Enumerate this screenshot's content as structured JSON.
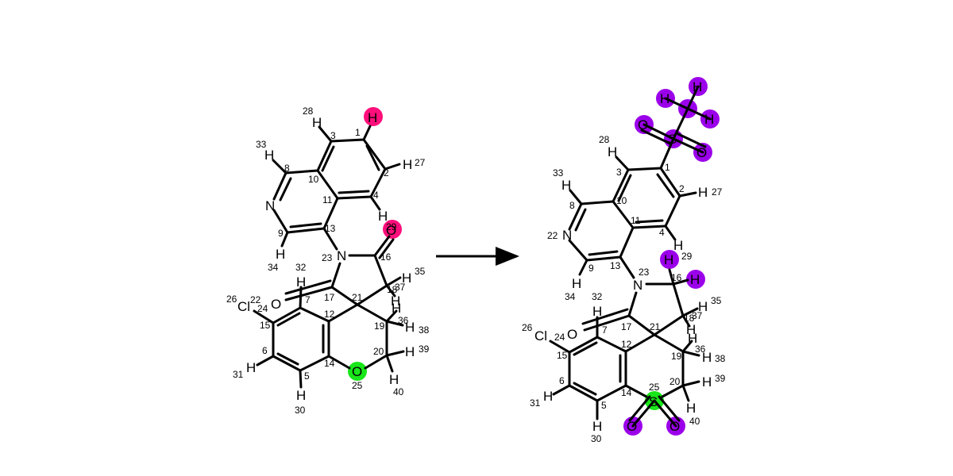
{
  "reaction": {
    "arrow": "reaction-arrow",
    "highlight_colors": {
      "removed": "#ff0f7b",
      "changed": "#19e619",
      "added": "#9b00ea"
    }
  },
  "reactant": {
    "atoms": [
      {
        "id": "r-H-top",
        "el": "H",
        "num": "",
        "hl": "removed"
      },
      {
        "id": "r-O-carbonyl",
        "el": "O",
        "num": "29",
        "hl": "removed"
      },
      {
        "id": "r-N22",
        "el": "N",
        "num": "22"
      },
      {
        "id": "r-N23",
        "el": "N",
        "num": "23"
      },
      {
        "id": "r-O17",
        "el": "O",
        "num": ""
      },
      {
        "id": "r-Cl",
        "el": "Cl",
        "num": "26"
      },
      {
        "id": "r-O25",
        "el": "O",
        "num": "25",
        "hl": "changed"
      },
      {
        "id": "r-H28",
        "el": "H",
        "num": "28"
      },
      {
        "id": "r-H33",
        "el": "H",
        "num": "33"
      },
      {
        "id": "r-H27",
        "el": "H",
        "num": "27"
      },
      {
        "id": "r-H4",
        "el": "H",
        "num": ""
      },
      {
        "id": "r-H34",
        "el": "H",
        "num": "34"
      },
      {
        "id": "r-H32",
        "el": "H",
        "num": "32"
      },
      {
        "id": "r-H35",
        "el": "H",
        "num": "35"
      },
      {
        "id": "r-H37",
        "el": "H",
        "num": "37"
      },
      {
        "id": "r-H36",
        "el": "H",
        "num": "36"
      },
      {
        "id": "r-H38",
        "el": "H",
        "num": "38"
      },
      {
        "id": "r-H39",
        "el": "H",
        "num": "39"
      },
      {
        "id": "r-H40",
        "el": "H",
        "num": "40"
      },
      {
        "id": "r-H31",
        "el": "H",
        "num": "31"
      },
      {
        "id": "r-H30",
        "el": "H",
        "num": "30"
      }
    ],
    "labels": [
      "1",
      "2",
      "3",
      "4",
      "5",
      "6",
      "7",
      "8",
      "9",
      "10",
      "11",
      "12",
      "13",
      "14",
      "15",
      "16",
      "17",
      "18",
      "19",
      "20",
      "21",
      "24"
    ]
  },
  "product": {
    "atoms": [
      {
        "id": "p-S-top",
        "el": "S",
        "num": "",
        "hl": "added"
      },
      {
        "id": "p-O-a",
        "el": "O",
        "num": "",
        "hl": "added"
      },
      {
        "id": "p-O-b",
        "el": "O",
        "num": "",
        "hl": "added"
      },
      {
        "id": "p-H-a",
        "el": "H",
        "num": "",
        "hl": "added"
      },
      {
        "id": "p-H-b",
        "el": "H",
        "num": "",
        "hl": "added"
      },
      {
        "id": "p-H-c",
        "el": "H",
        "num": "",
        "hl": "added"
      },
      {
        "id": "p-N22",
        "el": "N",
        "num": "22"
      },
      {
        "id": "p-N23",
        "el": "N",
        "num": "23"
      },
      {
        "id": "p-H29",
        "el": "H",
        "num": "29",
        "hl": "added"
      },
      {
        "id": "p-H16",
        "el": "H",
        "num": "",
        "hl": "added"
      },
      {
        "id": "p-O17",
        "el": "O",
        "num": ""
      },
      {
        "id": "p-Cl",
        "el": "Cl",
        "num": "26"
      },
      {
        "id": "p-S25",
        "el": "S",
        "num": "25",
        "hl": "changed"
      },
      {
        "id": "p-O-s1",
        "el": "O",
        "num": "",
        "hl": "added"
      },
      {
        "id": "p-O-s2",
        "el": "O",
        "num": "",
        "hl": "added"
      }
    ],
    "labels": [
      "1",
      "2",
      "3",
      "4",
      "5",
      "6",
      "7",
      "8",
      "9",
      "10",
      "11",
      "12",
      "13",
      "14",
      "15",
      "16",
      "17",
      "18",
      "19",
      "20",
      "21",
      "24",
      "27",
      "28",
      "30",
      "31",
      "32",
      "33",
      "34",
      "35",
      "36",
      "37",
      "38",
      "39",
      "40"
    ]
  }
}
